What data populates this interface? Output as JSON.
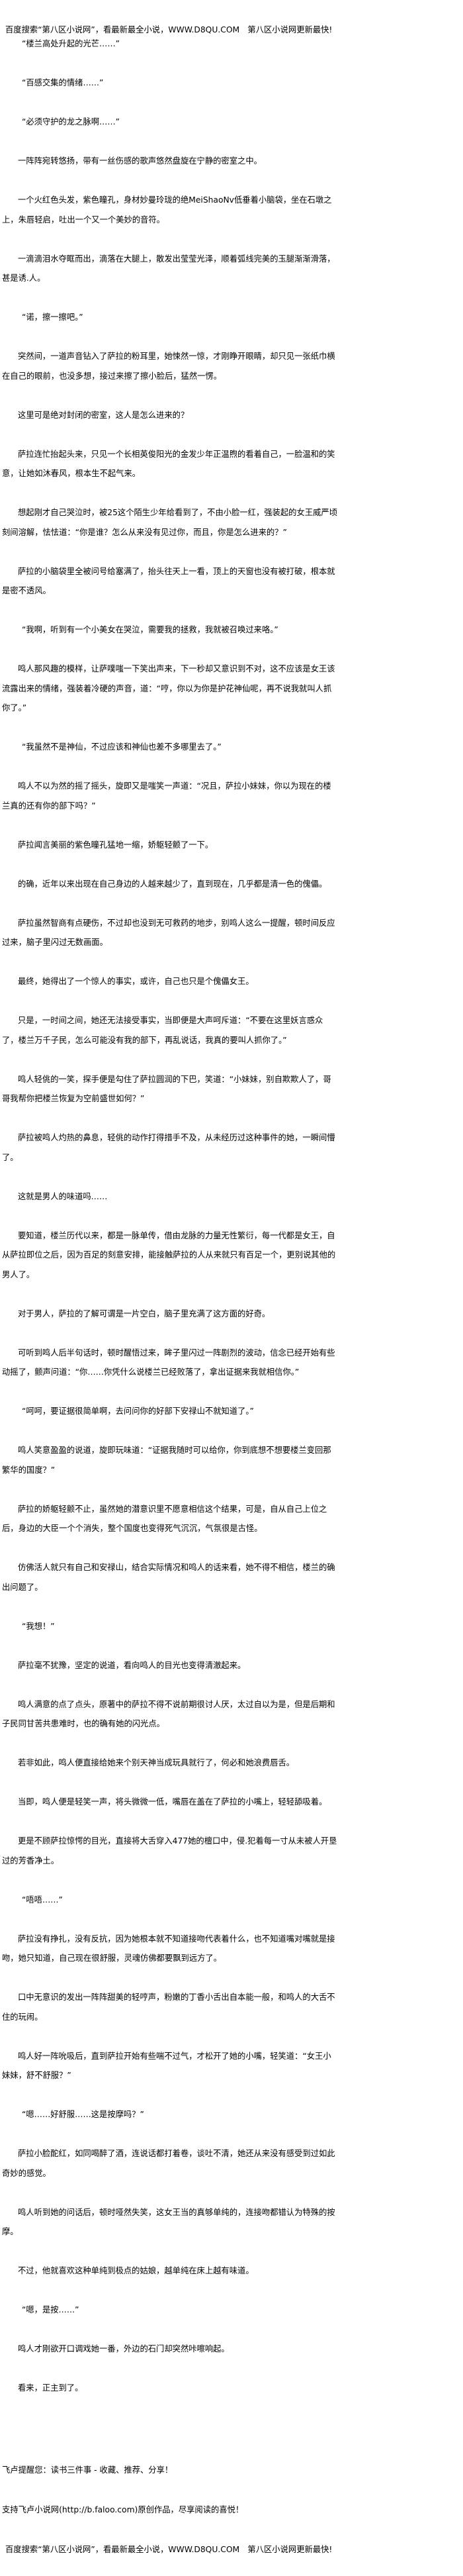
{
  "banner_text": "百度搜索“第八区小说网”，看最新最全小说，WWW.D8QU.COM　第八区小说网更新最快!",
  "paragraphs": [
    "“楼兰高处升起的光芒……”",
    "“百感交集的情绪……”",
    "“必须守护的龙之脉啊……”",
    "一阵阵宛转悠扬，带有一丝伤感的歌声悠然盘旋在宁静的密室之中。",
    "一个火红色头发，紫色瞳孔，身材妙曼玲珑的绝MeiShaoNv低垂着小脑袋，坐在石墩之上，朱唇轻启，吐出一个又一个美妙的音符。",
    "一滴滴泪水夺眶而出，滴落在大腿上，散发出莹莹光泽，顺着弧线完美的玉腿渐渐滑落，甚是诱.人。",
    "“诺，擦一擦吧。”",
    "突然间，一道声音钻入了萨拉的粉耳里，她悚然一惊，才刚睁开眼睛，却只见一张纸巾横在自己的眼前，也没多想，接过来擦了擦小脸后，猛然一愣。",
    "这里可是绝对封闭的密室，这人是怎么进来的？",
    "萨拉连忙抬起头来，只见一个长相英俊阳光的金发少年正温煦的看着自己，一脸温和的笑意，让她如沐春风，根本生不起气来。",
    "想起刚才自己哭泣时，被25这个陌生少年给看到了，不由小脸一红，强装起的女王威严顷刻间溶解，怯怯道：“你是谁？怎么从来没有见过你，而且，你是怎么进来的？”",
    "萨拉的小脑袋里全被问号给塞满了，抬头往天上一看，顶上的天窗也没有被打破，根本就是密不透风。",
    "“我啊，听到有一个小美女在哭泣，需要我的拯救，我就被召唤过来咯。”",
    "鸣人那风趣的模样，让萨噗嗤一下笑出声来，下一秒却又意识到不对，这不应该是女王该流露出来的情绪，强装着冷硬的声音，道：“哼，你以为你是护花神仙呢，再不说我就叫人抓你了。”",
    "“我虽然不是神仙，不过应该和神仙也差不多哪里去了。”",
    "鸣人不以为然的摇了摇头，旋即又是嗤笑一声道：“况且，萨拉小妹妹，你以为现在的楼兰真的还有你的部下吗？”",
    "萨拉闻言美丽的紫色瞳孔猛地一缩，娇躯轻颤了一下。",
    "的确，近年以来出现在自己身边的人越来越少了，直到现在，几乎都是清一色的傀儡。",
    "萨拉虽然智商有点硬伤，不过却也没到无可救药的地步，别鸣人这么一提醒，顿时间反应过来，脑子里闪过无数画面。",
    "最终，她得出了一个惊人的事实，或许，自己也只是个傀儡女王。",
    "只是，一时间之间，她还无法接受事实，当即便是大声呵斥道：“不要在这里妖言惑众了，楼兰万千子民，怎么可能没有我的部下，再乱说话，我真的要叫人抓你了。”",
    "鸣人轻佻的一笑，探手便是勾住了萨拉圆润的下巴，笑道：“小妹妹，别自欺欺人了，哥哥我帮你把楼兰恢复为空前盛世如何？”",
    "萨拉被鸣人灼热的鼻息，轻佻的动作打得措手不及，从未经历过这种事件的她，一瞬间懵了。",
    "这就是男人的味道吗……",
    "要知道，楼兰历代以来，都是一脉单传，借由龙脉的力量无性繁衍，每一代都是女王，自从萨拉即位之后，因为百足的刻意安排，能接触萨拉的人从来就只有百足一个，更别说其他的男人了。",
    "对于男人，萨拉的了解可谓是一片空白，脑子里充满了这方面的好奇。",
    "可听到鸣人后半句话时，顿时醒悟过来，眸子里闪过一阵剧烈的波动，信念已经开始有些动摇了，颤声问道：“你……你凭什么说楼兰已经败落了，拿出证据来我就相信你。”",
    "“呵呵，要证据很简单啊，去问问你的好部下安禄山不就知道了。”",
    "鸣人笑意盈盈的说道，旋即玩味道：“证据我随时可以给你，你到底想不想要楼兰变回那繁华的国度？”",
    "萨拉的娇躯轻颤不止，虽然她的潜意识里不愿意相信这个结果，可是，自从自己上位之后，身边的大臣一个个消失，整个国度也变得死气沉沉，气氛很是古怪。",
    "仿佛活人就只有自己和安禄山，结合实际情况和鸣人的话来看，她不得不相信，楼兰的确出问题了。",
    "“我想！”",
    "萨拉毫不犹豫，坚定的说道，看向鸣人的目光也变得清澈起来。",
    "鸣人满意的点了点头，原著中的萨拉不得不说前期很讨人厌，太过自以为是，但是后期和子民同甘苦共患难时，也的确有她的闪光点。",
    "若非如此，鸣人便直接给她来个别天神当成玩具就行了，何必和她浪费唇舌。",
    "当即，鸣人便是轻笑一声，将头微微一低，嘴唇在盖在了萨拉的小嘴上，轻轻舔吸着。",
    "更是不顾萨拉惊愕的目光，直接将大舌穿入477她的檀口中，侵.犯着每一寸从未被人开垦过的芳香净土。",
    "“唔唔……”",
    "萨拉没有挣扎，没有反抗，因为她根本就不知道接吻代表着什么，也不知道嘴对嘴就是接吻，她只知道，自己现在很舒服，灵魂仿佛都要飘到远方了。",
    "口中无意识的发出一阵阵甜美的轻哼声，粉嫩的丁香小舌出自本能一般，和鸣人的大舌不住的玩闹。",
    "鸣人好一阵吮吸后，直到萨拉开始有些喘不过气，才松开了她的小嘴，轻笑道：“女王小妹妹，舒不舒服？”",
    "“嗯……好舒服……这是按摩吗？”",
    "萨拉小脸酡红，如同喝醉了酒，连说话都打着卷，谈吐不清，她还从来没有感受到过如此奇妙的感觉。",
    "鸣人听到她的问话后，顿时哑然失笑，这女王当的真够单纯的，连接吻都错认为特殊的按摩。",
    "不过，他就喜欢这种单纯到极点的姑娘，越单纯在床上越有味道。",
    "“嗯，是按……”",
    "鸣人才刚欲开口调戏她一番，外边的石门却突然咔嚓响起。",
    "看来，正主到了。"
  ],
  "footer": {
    "reminder": "飞卢提醒您：读书三件事 - 收藏、推荐、分享！",
    "support": "支持飞卢小说网(http://b.faloo.com)原创作品，尽享阅读的喜悦！"
  }
}
